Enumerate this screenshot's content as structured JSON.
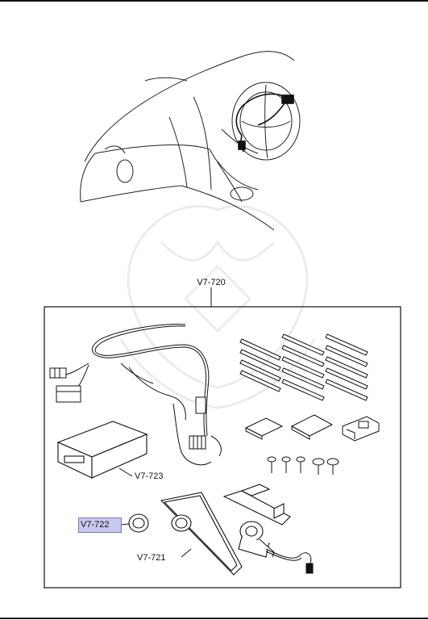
{
  "diagram": {
    "kit_label": "V7-720",
    "parts": [
      {
        "id": "handsfree_module",
        "label": "V7-723"
      },
      {
        "id": "microphone_bezel",
        "label": "V7-721"
      },
      {
        "id": "grommet_ring",
        "label": "V7-722",
        "highlighted": true
      }
    ],
    "colors": {
      "line": "#111111",
      "highlight_fill": "#c9c8ef",
      "highlight_border": "#7a78c9"
    }
  }
}
